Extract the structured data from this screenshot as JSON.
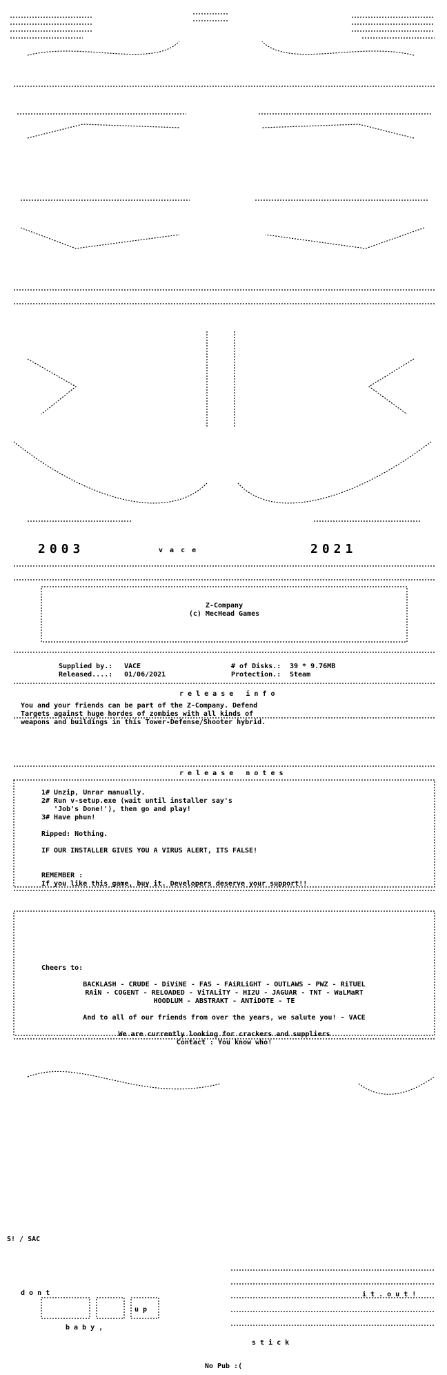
{
  "header": {
    "title": "Z-Company",
    "copyright": "(c) MecHead Games",
    "group": "v a c e",
    "year_left": "2003",
    "year_right": "2021"
  },
  "supply": {
    "supplied_by_label": "Supplied by.:",
    "supplied_by_value": "VACE",
    "released_label": "Released....:",
    "released_value": "01/06/2021",
    "disks_label": "# of Disks.:",
    "disks_value": "39 * 9.76MB",
    "protection_label": "Protection.:",
    "protection_value": "Steam"
  },
  "release_info": {
    "heading": "r e l e a s e   i n f o",
    "lines": [
      "You and your friends can be part of the Z-Company. Defend",
      "Targets against huge hordes of zombies with all kinds of",
      "weapons and buildings in this Tower-Defense/Shooter hybrid."
    ]
  },
  "release_notes": {
    "heading": "r e l e a s e   n o t e s",
    "steps": [
      "1# Unzip, Unrar manually.",
      "2# Run v-setup.exe (wait until installer say's",
      "   'Job's Done!'), then go and play!",
      "3# Have phun!"
    ],
    "ripped": "Ripped: Nothing.",
    "warning": "IF OUR INSTALLER GIVES YOU A VIRUS ALERT, ITS FALSE!",
    "remember": "REMEMBER :",
    "support": "If you like this game, buy it. Developers deserve your support!!"
  },
  "greets": {
    "cheers": "Cheers to:",
    "line1": "BACKLASH - CRUDE - DiViNE - FAS - FAiRLiGHT - OUTLAWS - PWZ - RiTUEL",
    "line2": "RAiN - COGENT - RELOADED - ViTALiTY - HI2U - JAGUAR - TNT - WaLMaRT",
    "line3": "HOODLUM - ABSTRAKT - ANTiDOTE - TE",
    "salute": "And to all of our friends from over the years, we salute you! - VACE",
    "looking": "We are currently looking for crackers and suppliers",
    "contact": "Contact : You know who!"
  },
  "footer": {
    "sig": "S! / SAC",
    "dont": "d o n t",
    "up": "u p",
    "baby": "b a b y ,",
    "itout": "i t . o u t !",
    "stick": "s t i c k",
    "nopub": "No Pub :("
  }
}
